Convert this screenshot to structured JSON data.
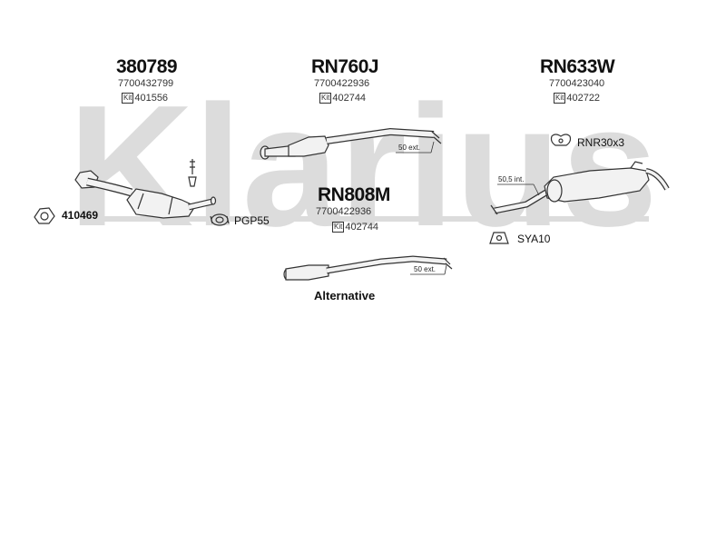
{
  "watermark": {
    "brand": "Klarius",
    "color": "#d9d9d9"
  },
  "parts": {
    "p1": {
      "code": "380789",
      "ref": "7700432799",
      "kit_mark": "Kit",
      "kit": "401556"
    },
    "p2": {
      "code": "RN760J",
      "ref": "7700422936",
      "kit_mark": "Kit",
      "kit": "402744"
    },
    "p3": {
      "code": "RN633W",
      "ref": "7700423040",
      "kit_mark": "Kit",
      "kit": "402722"
    },
    "p4": {
      "code": "RN808M",
      "ref": "7700422936",
      "kit_mark": "Kit",
      "kit": "402744"
    }
  },
  "accessories": {
    "gasket": "410469",
    "clamp": "PGP55",
    "rubber": "RNR30x3",
    "mount": "SYA10"
  },
  "dimensions": {
    "front_pipe_ext": "50 ext.",
    "alt_pipe_ext": "50 ext.",
    "rear_int": "50,5 int."
  },
  "alternative_label": "Alternative"
}
